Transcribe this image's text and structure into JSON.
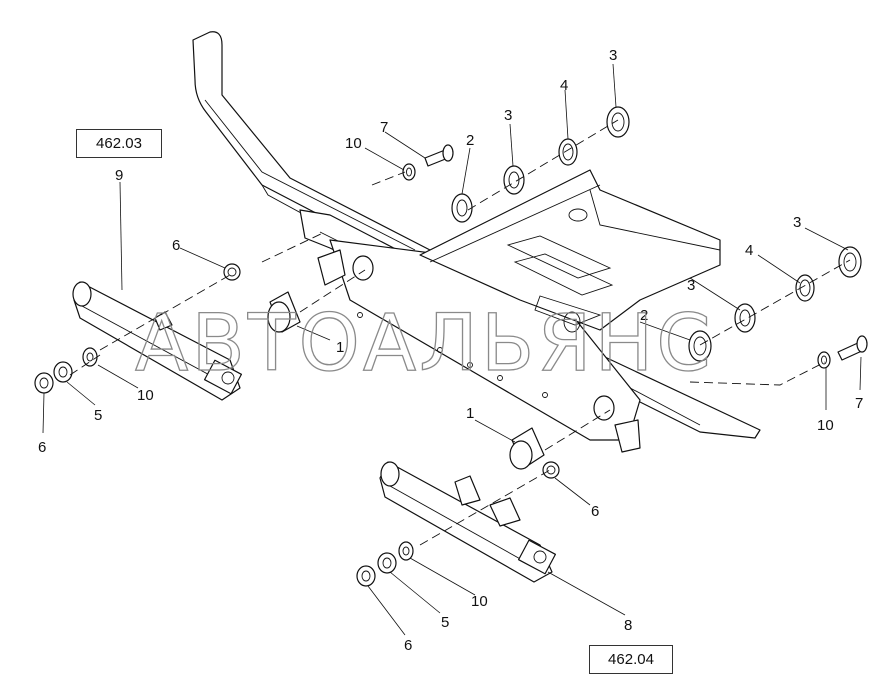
{
  "ref_boxes": {
    "top_left": "462.03",
    "bottom_right": "462.04"
  },
  "callouts": {
    "c1_upper": "1",
    "c1_lower": "1",
    "c2_left": "2",
    "c2_right": "2",
    "c3_top": "3",
    "c3_upper": "3",
    "c3_right_top": "3",
    "c3_right_mid": "3",
    "c4_top": "4",
    "c4_right": "4",
    "c5_left": "5",
    "c5_bottom": "5",
    "c6_upper": "6",
    "c6_left": "6",
    "c6_mid": "6",
    "c6_bottom": "6",
    "c7_top": "7",
    "c7_right": "7",
    "c8": "8",
    "c9": "9",
    "c10_top": "10",
    "c10_left": "10",
    "c10_right": "10",
    "c10_bottom": "10"
  },
  "watermark": "АВТОАЛЬЯНС"
}
